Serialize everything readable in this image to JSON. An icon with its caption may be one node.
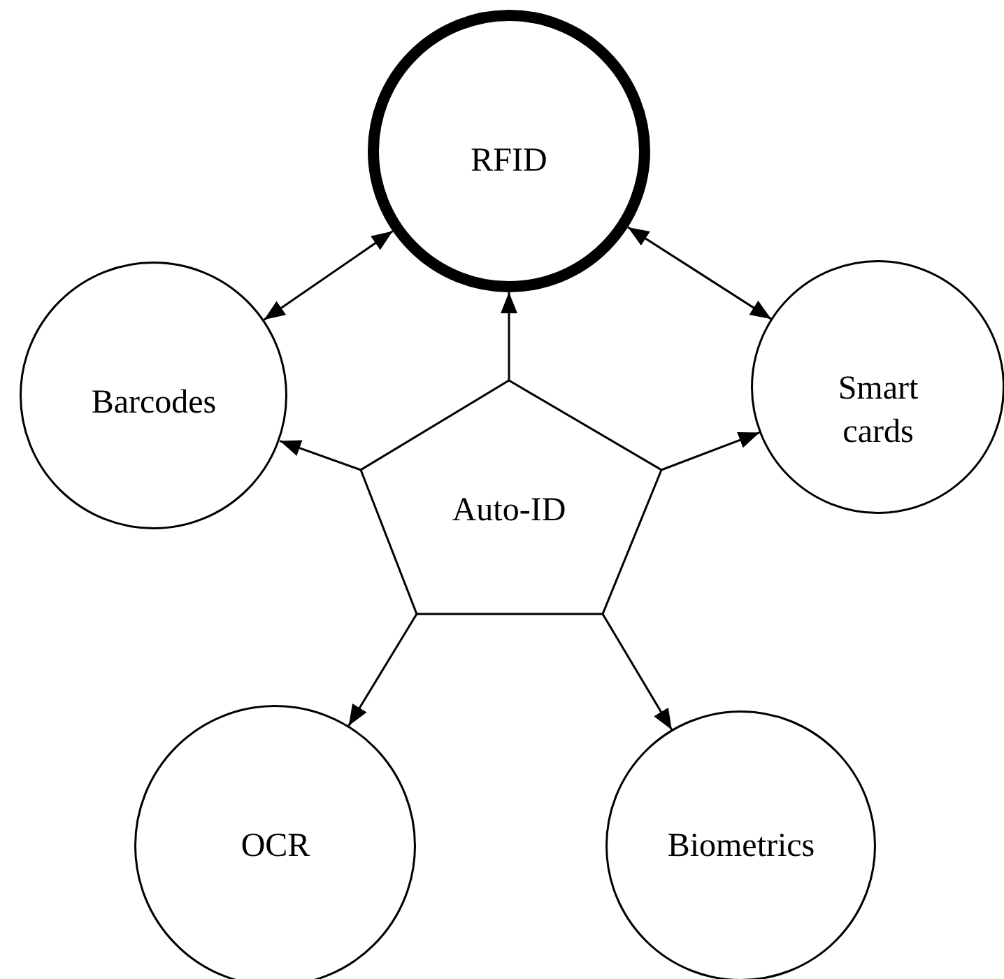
{
  "diagram": {
    "nodes": [
      {
        "text": [
          "RFID"
        ]
      },
      {
        "text": [
          "Barcodes"
        ]
      },
      {
        "text": [
          "Smart cards"
        ]
      },
      {
        "text": [
          "Auto-ID"
        ]
      },
      {
        "text": [
          "OCR"
        ]
      },
      {
        "text": [
          "Biometrics"
        ]
      }
    ],
    "edges": [
      {
        "from": 1,
        "to": 0,
        "arrow": "both"
      },
      {
        "from": 0,
        "to": 2,
        "arrow": "both"
      },
      {
        "from": 3,
        "to": 0,
        "arrow": "to"
      },
      {
        "from": 3,
        "to": 1,
        "arrow": "to"
      },
      {
        "from": 3,
        "to": 2,
        "arrow": "to"
      },
      {
        "from": 3,
        "to": 4,
        "arrow": "to"
      },
      {
        "from": 3,
        "to": 5,
        "arrow": "to"
      }
    ]
  }
}
